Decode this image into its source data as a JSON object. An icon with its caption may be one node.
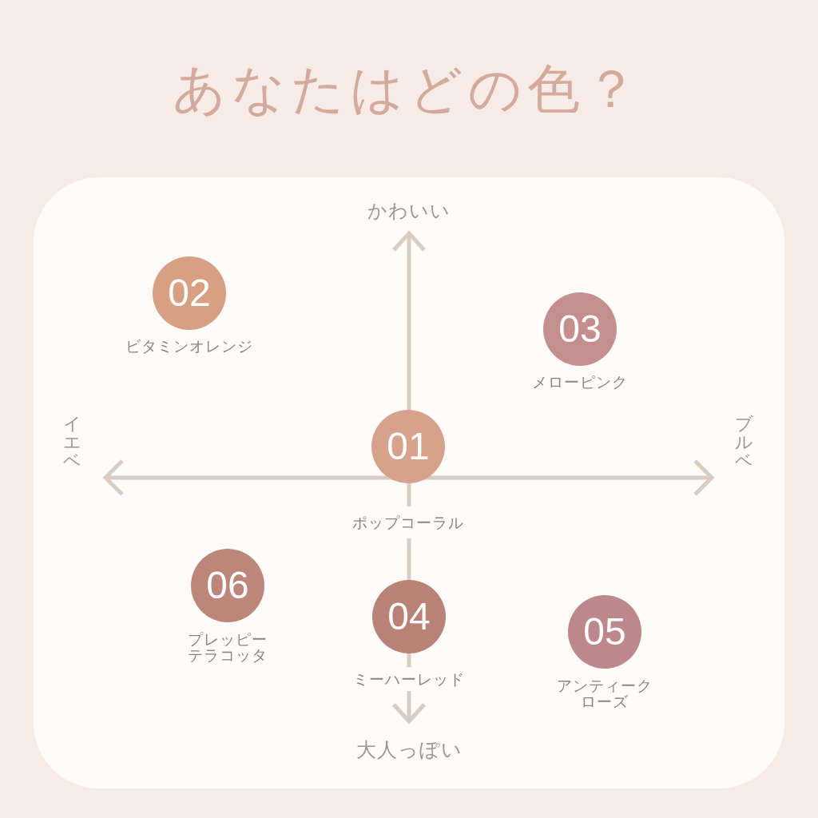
{
  "diagram": {
    "title": "あなたはどの色？",
    "nodes": [
      {
        "text": [
          "02"
        ],
        "beside": [
          "ビタミンオレンジ"
        ]
      },
      {
        "text": [
          "03"
        ],
        "beside": [
          "メローピンク"
        ]
      },
      {
        "text": [
          "01"
        ],
        "beside": [
          "ポップコーラル"
        ]
      },
      {
        "text": [
          "06"
        ],
        "beside": [
          "プレッピーテラコッタ"
        ]
      },
      {
        "text": [
          "04"
        ],
        "beside": [
          "ミーハーレッド"
        ]
      },
      {
        "text": [
          "05"
        ],
        "beside": [
          "アンティークローズ"
        ]
      }
    ],
    "labels": [
      "かわいい",
      "イエベ",
      "ブルベ",
      "大人っぽい"
    ]
  }
}
